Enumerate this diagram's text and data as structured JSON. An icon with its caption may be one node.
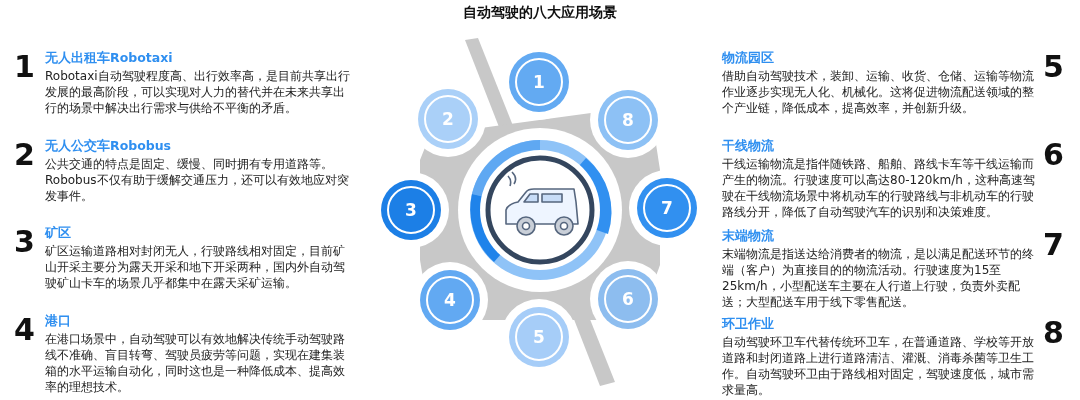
{
  "diagram": {
    "title": "自动驾驶的八大应用场景",
    "nodes": [
      {
        "text": [
          "1"
        ]
      },
      {
        "text": [
          "2"
        ]
      },
      {
        "text": [
          "8"
        ]
      },
      {
        "text": [
          "3"
        ]
      },
      {
        "text": [],
        "shape": "picture"
      },
      {
        "text": [
          "7"
        ]
      },
      {
        "text": [
          "4"
        ]
      },
      {
        "text": [
          "6"
        ]
      },
      {
        "text": [
          "5"
        ]
      }
    ],
    "labels": [
      "1",
      "无人出租车Robotaxi",
      "Robotaxi自动驾驶程度高、出行效率高，是目前共享出行发展的最高阶段，可以实现对人力的替代并在未来共享出行的场景中解决出行需求与供给不平衡的矛盾。",
      "2",
      "无人公交车Robobus",
      "公共交通的特点是固定、缓慢、同时拥有专用道路等。Robobus不仅有助于缓解交通压力，还可以有效地应对突发事件。",
      "3",
      "矿区",
      "矿区运输道路相对封闭无人，行驶路线相对固定，目前矿山开采主要分为露天开采和地下开采两种，国内外自动驾驶矿山卡车的场景几乎都集中在露天采矿运输。",
      "4",
      "港口",
      "在港口场景中，自动驾驶可以有效地解决传统手动驾驶路线不准确、盲目转弯、驾驶员疲劳等问题，实现在建集装箱的水平运输自动化，同时这也是一种降低成本、提高效率的理想技术。",
      "物流园区",
      "借助自动驾驶技术，装卸、运输、收货、仓储、运输等物流作业逐步实现无人化、机械化。这将促进物流配送领域的整个产业链，降低成本，提高效率，并创新升级。",
      "5",
      "干线物流",
      "干线运输物流是指伴随铁路、船舶、路线卡车等干线运输而产生的物流。行驶速度可以高达80-120km/h，这种高速驾驶在干线物流场景中将机动车的行驶路线与非机动车的行驶路线分开，降低了自动驾驶汽车的识别和决策难度。",
      "6",
      "末端物流",
      "末端物流是指送达给消费者的物流，是以满足配送环节的终端（客户）为直接目的的物流活动。行驶速度为15至25km/h，小型配送车主要在人行道上行驶，负责外卖配送；大型配送车用于线下零售配送。",
      "7",
      "环卫作业",
      "自动驾驶环卫车代替传统环卫车，在普通道路、学校等开放道路和封闭道路上进行道路清洁、灌溉、消毒杀菌等卫生工作。自动驾驶环卫由于路线相对固定，驾驶速度低，城市需求量高。",
      "8"
    ]
  }
}
